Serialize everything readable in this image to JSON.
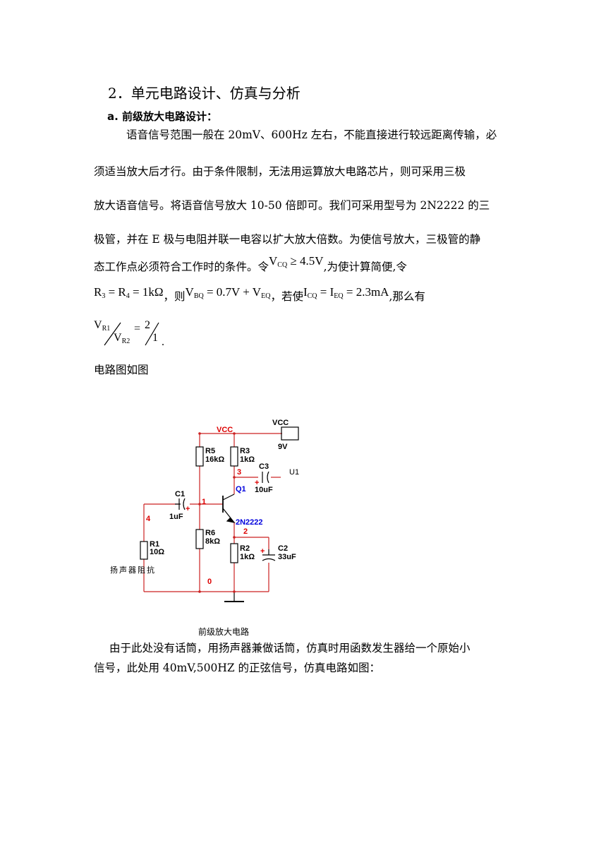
{
  "section": {
    "heading": "2．单元电路设计、仿真与分析",
    "subheading": "a.  前级放大电路设计："
  },
  "paragraph1": {
    "line1": "语音信号范围一般在 20mV、600Hz 左右，不能直接进行较远距离传输，必",
    "line2": "须适当放大后才行。由于条件限制，无法用运算放大电路芯片，则可采用三极",
    "line3": "放大语音信号。将语音信号放大 10-50 倍即可。我们可采用型号为 2N2222 的三",
    "line4": "极管，并在 E 极与电阻并联一电容以扩大放大倍数。为使信号放大，三极管的静",
    "line5_text": "态工作点必须符合工作时的条件。令",
    "line5_after": ",为使计算简便,令"
  },
  "equations": {
    "vcq_v": "V",
    "vcq_sub": "CQ",
    "vcq_rest": " ≥ 4.5V",
    "r3": "R",
    "r3_sub": "3",
    "r4_eq": " = R",
    "r4_sub": "4",
    "r_val": " = 1kΩ",
    "then": "，则",
    "vbq_v": "V",
    "vbq_sub": "BQ",
    "vbq_rest": " = 0.7V + V",
    "veq_sub": "EQ",
    "if": "，若使",
    "icq_i": "I",
    "icq_sub": "CQ",
    "ieq_eq": " = I",
    "ieq_sub": "EQ",
    "ieq_val": " = 2.3mA",
    "then_have": ",那么有",
    "vr1": "V",
    "vr1_sub": "R1",
    "vr2": "V",
    "vr2_sub": "R2",
    "eq": "=",
    "num": "2",
    "den": "1",
    "period": "."
  },
  "diagram_intro": "电路图如图",
  "circuit": {
    "vcc_net": "VCC",
    "vcc_source": "VCC",
    "vcc_value": "9V",
    "r5": "R5",
    "r5_val": "16kΩ",
    "r3": "R3",
    "r3_val": "1kΩ",
    "c3": "C3",
    "c3_val": "10uF",
    "u1": "U1",
    "node3": "3",
    "q1": "Q1",
    "c1": "C1",
    "c1_val": "1uF",
    "node1": "1",
    "node4": "4",
    "r6": "R6",
    "r6_val": "8kΩ",
    "q1_model": "2N2222",
    "node2": "2",
    "r1": "R1",
    "r1_val": "10Ω",
    "r2": "R2",
    "r2_val": "1kΩ",
    "c2": "C2",
    "c2_val": "33uF",
    "speaker_label": "扬声器阻抗",
    "node0": "0",
    "plus": "+",
    "wire_color": "#cc2222",
    "label_red": "#dd0000",
    "label_blue": "#0000dd"
  },
  "caption": "前级放大电路",
  "paragraph2": {
    "line1": "由于此处没有话筒，用扬声器兼做话筒，仿真时用函数发生器给一个原始小",
    "line2": "信号，此处用 40mV,500HZ 的正弦信号，仿真电路如图："
  }
}
